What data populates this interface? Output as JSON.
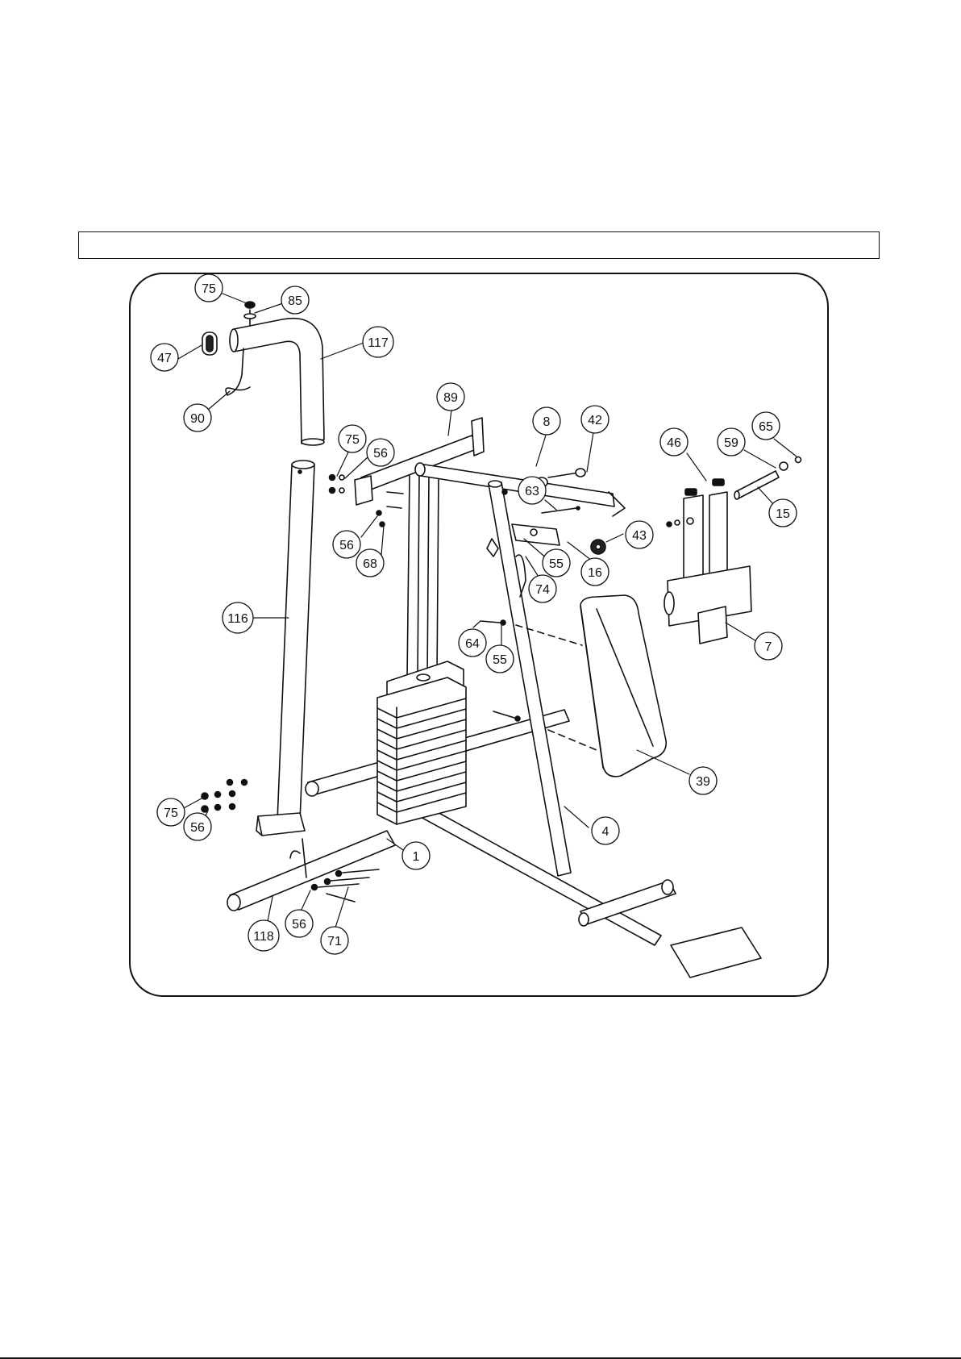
{
  "diagram": {
    "header_text": "",
    "callouts": [
      {
        "id": "c75a",
        "label": "75"
      },
      {
        "id": "c85",
        "label": "85"
      },
      {
        "id": "c47",
        "label": "47"
      },
      {
        "id": "c117",
        "label": "117"
      },
      {
        "id": "c90",
        "label": "90"
      },
      {
        "id": "c89",
        "label": "89"
      },
      {
        "id": "c8",
        "label": "8"
      },
      {
        "id": "c42",
        "label": "42"
      },
      {
        "id": "c75b",
        "label": "75"
      },
      {
        "id": "c56a",
        "label": "56"
      },
      {
        "id": "c56b",
        "label": "56"
      },
      {
        "id": "c68",
        "label": "68"
      },
      {
        "id": "c63",
        "label": "63"
      },
      {
        "id": "c43",
        "label": "43"
      },
      {
        "id": "c55a",
        "label": "55"
      },
      {
        "id": "c16",
        "label": "16"
      },
      {
        "id": "c74",
        "label": "74"
      },
      {
        "id": "c46",
        "label": "46"
      },
      {
        "id": "c59",
        "label": "59"
      },
      {
        "id": "c65",
        "label": "65"
      },
      {
        "id": "c15",
        "label": "15"
      },
      {
        "id": "c7",
        "label": "7"
      },
      {
        "id": "c116",
        "label": "116"
      },
      {
        "id": "c64",
        "label": "64"
      },
      {
        "id": "c55b",
        "label": "55"
      },
      {
        "id": "c39",
        "label": "39"
      },
      {
        "id": "c4",
        "label": "4"
      },
      {
        "id": "c1",
        "label": "1"
      },
      {
        "id": "c75c",
        "label": "75"
      },
      {
        "id": "c56c",
        "label": "56"
      },
      {
        "id": "c118",
        "label": "118"
      },
      {
        "id": "c56d",
        "label": "56"
      },
      {
        "id": "c71",
        "label": "71"
      }
    ]
  }
}
